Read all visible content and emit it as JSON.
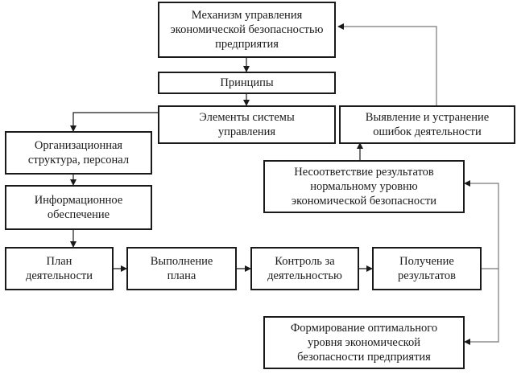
{
  "diagram": {
    "nodes": {
      "mechanism": "Механизм управления\nэкономической безопасностью\nпредприятия",
      "principles": "Принципы",
      "elements": "Элементы системы\nуправления",
      "detection": "Выявление и устранение\nошибок деятельности",
      "org_structure": "Организационная\nструктура, персонал",
      "info_support": "Информационное\nобеспечение",
      "mismatch": "Несоответствие результатов\nнормальному уровню\nэкономической безопасности",
      "plan": "План\nдеятельности",
      "execution": "Выполнение\nплана",
      "control": "Контроль за\nдеятельностью",
      "results": "Получение\nрезультатов",
      "optimal": "Формирование оптимального\nуровня экономической\nбезопасности предприятия"
    },
    "edges": [
      {
        "from": "mechanism",
        "to": "principles"
      },
      {
        "from": "principles",
        "to": "elements"
      },
      {
        "from": "elements",
        "to": "org_structure"
      },
      {
        "from": "org_structure",
        "to": "info_support"
      },
      {
        "from": "info_support",
        "to": "plan"
      },
      {
        "from": "plan",
        "to": "execution"
      },
      {
        "from": "execution",
        "to": "control"
      },
      {
        "from": "control",
        "to": "results"
      },
      {
        "from": "results",
        "to": "mismatch"
      },
      {
        "from": "results",
        "to": "optimal"
      },
      {
        "from": "mismatch",
        "to": "detection"
      },
      {
        "from": "detection",
        "to": "mechanism"
      }
    ]
  }
}
